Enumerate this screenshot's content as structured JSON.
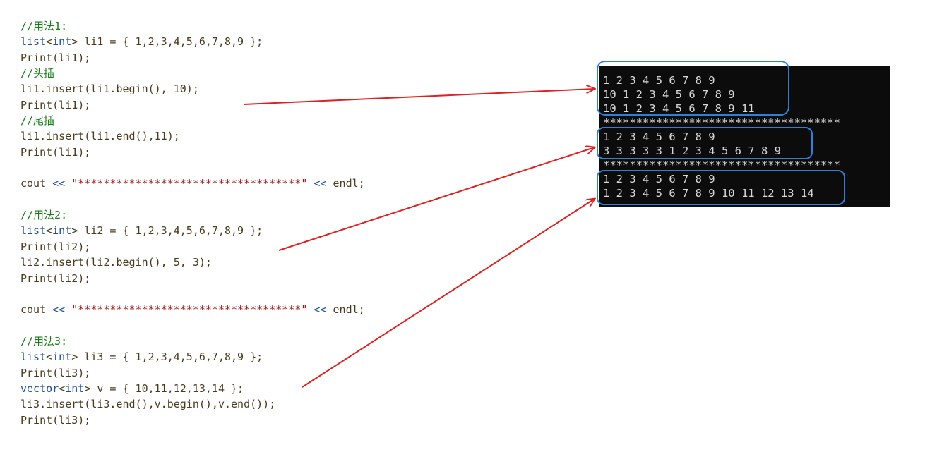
{
  "code_lines": [
    [
      {
        "t": "//用法1:",
        "c": "comment"
      }
    ],
    [
      {
        "t": "list",
        "c": "type"
      },
      {
        "t": "<",
        "c": "default"
      },
      {
        "t": "int",
        "c": "type"
      },
      {
        "t": "> li1 = { 1,2,3,4,5,6,7,8,9 };",
        "c": "default"
      }
    ],
    [
      {
        "t": "Print(li1);",
        "c": "default"
      }
    ],
    [
      {
        "t": "//头插",
        "c": "comment"
      }
    ],
    [
      {
        "t": "li1.insert(li1.begin(), 10);",
        "c": "default"
      }
    ],
    [
      {
        "t": "Print(li1);",
        "c": "default"
      }
    ],
    [
      {
        "t": "//尾插",
        "c": "comment"
      }
    ],
    [
      {
        "t": "li1.insert(li1.end(),11);",
        "c": "default"
      }
    ],
    [
      {
        "t": "Print(li1);",
        "c": "default"
      }
    ],
    [],
    [
      {
        "t": "cout ",
        "c": "default"
      },
      {
        "t": "<<",
        "c": "kw"
      },
      {
        "t": " ",
        "c": "default"
      },
      {
        "t": "\"***********************************\"",
        "c": "string"
      },
      {
        "t": " ",
        "c": "default"
      },
      {
        "t": "<<",
        "c": "kw"
      },
      {
        "t": " endl;",
        "c": "default"
      }
    ],
    [],
    [
      {
        "t": "//用法2:",
        "c": "comment"
      }
    ],
    [
      {
        "t": "list",
        "c": "type"
      },
      {
        "t": "<",
        "c": "default"
      },
      {
        "t": "int",
        "c": "type"
      },
      {
        "t": "> li2 = { 1,2,3,4,5,6,7,8,9 };",
        "c": "default"
      }
    ],
    [
      {
        "t": "Print(li2);",
        "c": "default"
      }
    ],
    [
      {
        "t": "li2.insert(li2.begin(), 5, 3);",
        "c": "default"
      }
    ],
    [
      {
        "t": "Print(li2);",
        "c": "default"
      }
    ],
    [],
    [
      {
        "t": "cout ",
        "c": "default"
      },
      {
        "t": "<<",
        "c": "kw"
      },
      {
        "t": " ",
        "c": "default"
      },
      {
        "t": "\"***********************************\"",
        "c": "string"
      },
      {
        "t": " ",
        "c": "default"
      },
      {
        "t": "<<",
        "c": "kw"
      },
      {
        "t": " endl;",
        "c": "default"
      }
    ],
    [],
    [
      {
        "t": "//用法3:",
        "c": "comment"
      }
    ],
    [
      {
        "t": "list",
        "c": "type"
      },
      {
        "t": "<",
        "c": "default"
      },
      {
        "t": "int",
        "c": "type"
      },
      {
        "t": "> li3 = { 1,2,3,4,5,6,7,8,9 };",
        "c": "default"
      }
    ],
    [
      {
        "t": "Print(li3);",
        "c": "default"
      }
    ],
    [
      {
        "t": "vector",
        "c": "type"
      },
      {
        "t": "<",
        "c": "default"
      },
      {
        "t": "int",
        "c": "type"
      },
      {
        "t": "> v = { 10,11,12,13,14 };",
        "c": "default"
      }
    ],
    [
      {
        "t": "li3.insert(li3.end(),v.begin(),v.end());",
        "c": "default"
      }
    ],
    [
      {
        "t": "Print(li3);",
        "c": "default"
      }
    ]
  ],
  "console_lines": [
    "1 2 3 4 5 6 7 8 9",
    "10 1 2 3 4 5 6 7 8 9",
    "10 1 2 3 4 5 6 7 8 9 11",
    "************************************",
    "1 2 3 4 5 6 7 8 9",
    "3 3 3 3 3 1 2 3 4 5 6 7 8 9",
    "************************************",
    "1 2 3 4 5 6 7 8 9",
    "1 2 3 4 5 6 7 8 9 10 11 12 13 14"
  ],
  "colors": {
    "comment": "#1a7a1a",
    "type": "#1d4fa0",
    "string": "#a31515",
    "text": "#4a3b1f",
    "console_bg": "#0c0c0c",
    "console_text": "#d8d8d8",
    "arrow": "#e02020",
    "highlight_box": "#2f7fd8"
  }
}
